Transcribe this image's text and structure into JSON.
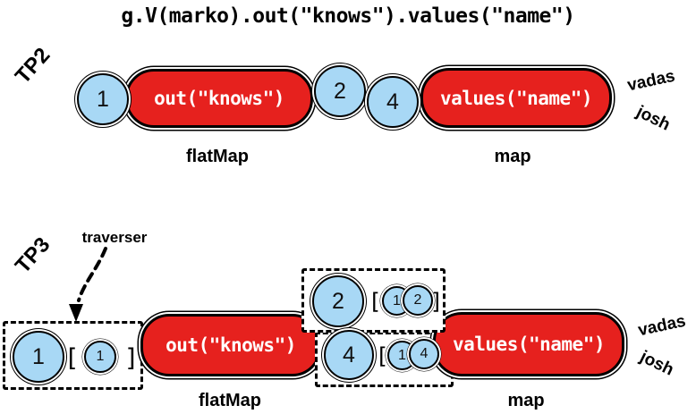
{
  "title": "g.V(marko).out(\"knows\").values(\"name\")",
  "colors": {
    "step_red": "#e6211e",
    "traverser_blue": "#a8d8f5",
    "outline": "#000000"
  },
  "tp2": {
    "label": "TP2",
    "input_circle": "1",
    "flatmap_step": "out(\"knows\")",
    "result_circles": [
      "2",
      "4"
    ],
    "map_step": "values(\"name\")",
    "flatmap_caption": "flatMap",
    "map_caption": "map",
    "outputs": [
      "vadas",
      "josh"
    ]
  },
  "tp3": {
    "label": "TP3",
    "traverser_callout": "traverser",
    "input_traverser": {
      "value": "1",
      "open": "[",
      "bulk": "1",
      "close": "]"
    },
    "flatmap_step": "out(\"knows\")",
    "result_traversers": [
      {
        "value": "2",
        "open": "[",
        "path": [
          "1",
          "2"
        ],
        "close": "]"
      },
      {
        "value": "4",
        "open": "[",
        "path": [
          "1",
          "4"
        ]
      }
    ],
    "map_step": "values(\"name\")",
    "flatmap_caption": "flatMap",
    "map_caption": "map",
    "outputs": [
      "vadas",
      "josh"
    ]
  }
}
